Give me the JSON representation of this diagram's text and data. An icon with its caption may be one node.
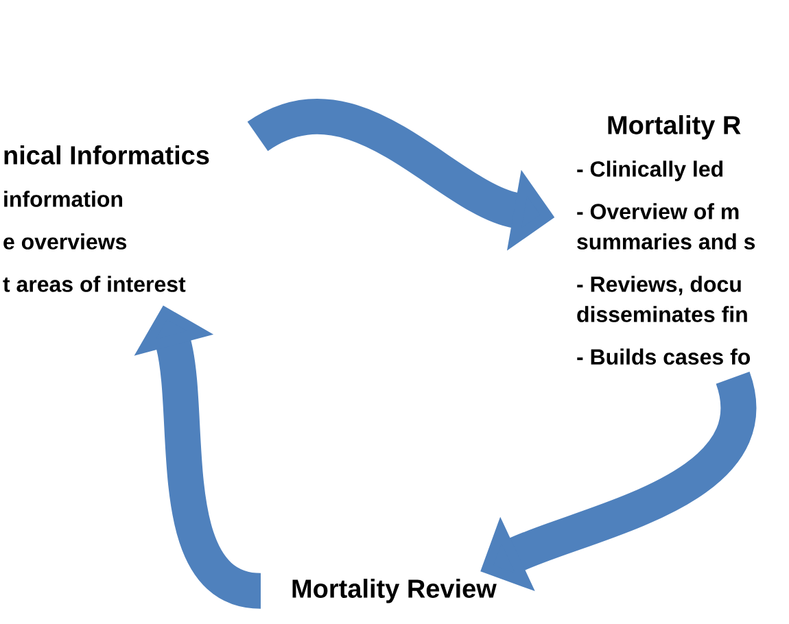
{
  "diagram": {
    "nodes": [
      {
        "text": [
          "nical Informatics",
          "information",
          "e overviews",
          "t areas of interest"
        ]
      },
      {
        "text": [
          "Mortality R",
          "- Clinically led",
          "- Overview of m summaries and s",
          "- Reviews, docu disseminates fin",
          "- Builds cases fo"
        ]
      },
      {
        "text": [
          "Mortality Review"
        ]
      }
    ],
    "edges": [
      {
        "from": 0,
        "to": 1,
        "arrow": "to"
      },
      {
        "from": 1,
        "to": 2,
        "arrow": "to"
      },
      {
        "from": 2,
        "to": 0,
        "arrow": "to"
      }
    ]
  }
}
